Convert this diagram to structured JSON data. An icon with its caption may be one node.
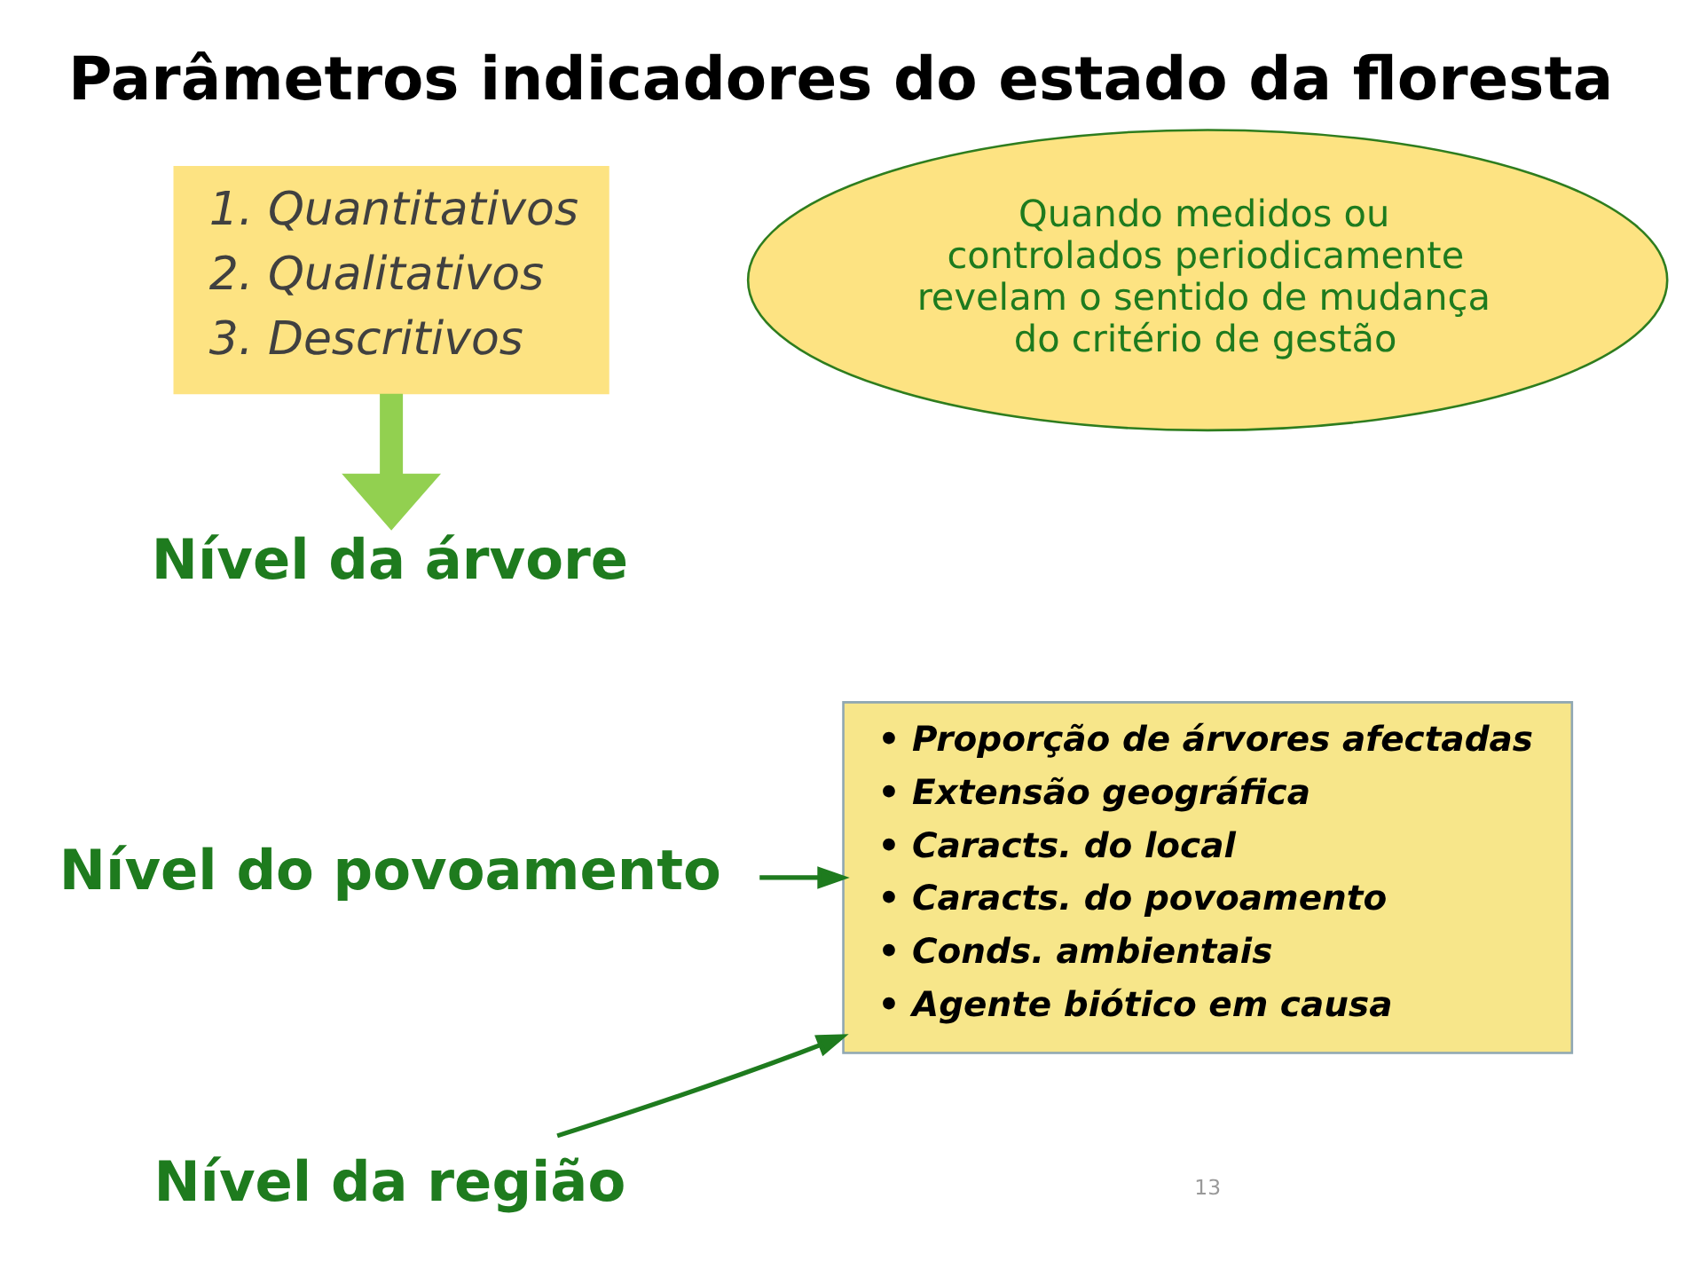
{
  "diagram": {
    "title": "Parâmetros indicadores do estado da floresta",
    "nodes": [
      {
        "text": [
          "1. Quantitativos",
          "2. Qualitativos",
          "3. Descritivos"
        ]
      },
      {
        "text": [
          "Quando medidos ou controlados periodicamente revelam o sentido de mudança do critério de gestão"
        ]
      },
      {
        "text": [
          "Nível da árvore"
        ]
      },
      {
        "text": [
          "Nível do povoamento"
        ]
      },
      {
        "text": [
          "Nível da região"
        ]
      },
      {
        "text": [
          "• Proporção de árvores afectadas",
          "• Extensão geográfica",
          "• Caracts. do local",
          "• Caracts. do povoamento",
          "• Conds. ambientais",
          "• Agente biótico em causa"
        ]
      }
    ],
    "edges": [
      {
        "from": 0,
        "to": 2,
        "arrow": "to",
        "style": "thick",
        "color": "#92d050"
      },
      {
        "from": 3,
        "to": 5,
        "arrow": "to"
      },
      {
        "from": 4,
        "to": 5,
        "arrow": "to"
      }
    ],
    "labels": [
      "13"
    ]
  }
}
